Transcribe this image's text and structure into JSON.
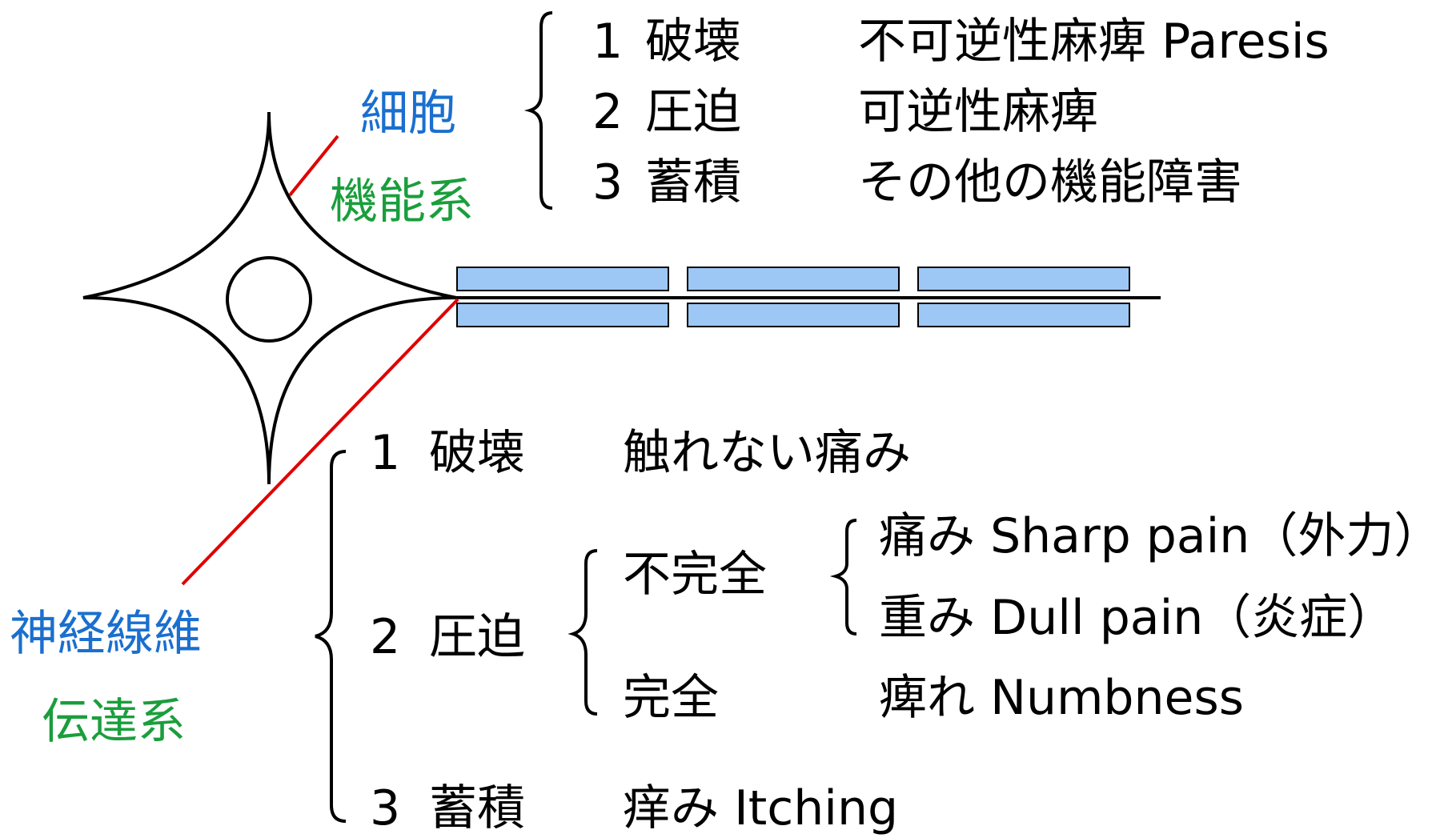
{
  "colors": {
    "blue_label": "#1a6fcf",
    "green_label": "#1a9e3c",
    "leader_line": "#e00000",
    "myelin_fill": "#9dc8f5",
    "stroke": "#000000"
  },
  "cell_group": {
    "label_main": "細胞",
    "label_sub": "機能系",
    "items": [
      {
        "num": "1",
        "term": "破壊",
        "effect": "不可逆性麻痺 Paresis"
      },
      {
        "num": "2",
        "term": "圧迫",
        "effect": "可逆性麻痺"
      },
      {
        "num": "3",
        "term": "蓄積",
        "effect": "その他の機能障害"
      }
    ]
  },
  "fiber_group": {
    "label_main": "神経線維",
    "label_sub": "伝達系",
    "item1": {
      "num": "1",
      "term": "破壊",
      "effect": "触れない痛み"
    },
    "item2": {
      "num": "2",
      "term": "圧迫",
      "incomplete": {
        "label": "不完全",
        "effects": [
          "痛み Sharp pain（外力）",
          "重み Dull pain（炎症）"
        ]
      },
      "complete": {
        "label": "完全",
        "effect": "痺れ Numbness"
      }
    },
    "item3": {
      "num": "3",
      "term": "蓄積",
      "effect": "痒み Itching"
    }
  }
}
